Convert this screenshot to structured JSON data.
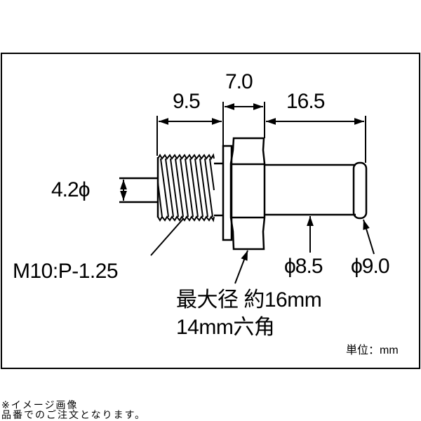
{
  "dimensions": {
    "thread_length": "9.5",
    "nut_width": "7.0",
    "shaft_length": "16.5",
    "stub_diameter": "4.2ϕ",
    "shaft_diameter": "ϕ8.5",
    "end_diameter": "ϕ9.0"
  },
  "labels": {
    "thread_spec": "M10:P-1.25",
    "nut_max_diameter": "最大径 約16mm",
    "nut_hex_size": "14mm六角",
    "unit": "単位：mm"
  },
  "footnote": {
    "line1": "※イメージ画像",
    "line2": "品番でのご注文となります。"
  },
  "colors": {
    "line": "#000000",
    "background": "#ffffff"
  }
}
